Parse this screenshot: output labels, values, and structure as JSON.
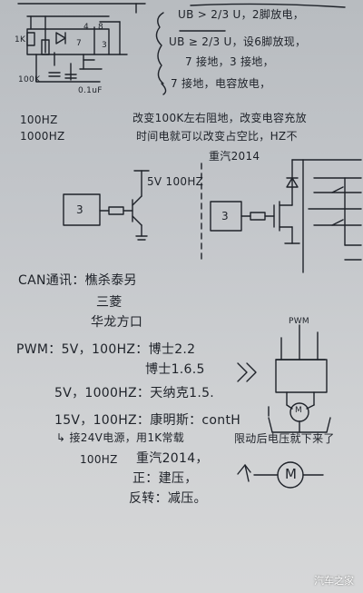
{
  "notes": {
    "line_ub_gt": "UB > 2/3 U，2脚放电，",
    "line_ub_ge": "UB ≥ 2/3 U，设6脚放现，",
    "line_pin7": "7 接地，3 接地，",
    "line_pin7b": "7 接地，电容放电，",
    "freq_100": "100HZ",
    "freq_1000": "1000HZ",
    "note_resistor": "改变100K左右阻地，改变电容充放",
    "note_duty": "时间电就可以改变占空比，HZ不",
    "label_5v_100hz": "5V 100HZ",
    "label_chongqi": "重汽2014",
    "can_line": "CAN通讯：樵杀泰另",
    "name_sanling": "三菱",
    "name_jianglong": "华龙方口",
    "pwm_line1": "PWM：5V，100HZ：博士2.2",
    "pwm_line1b": "博士1.6.5",
    "pwm_line2": "5V，1000HZ：天纳克1.5.",
    "pwm_line3": "15V，100HZ：康明斯：contH",
    "pwm_line3b": "↳ 接24V电源，用1K常载",
    "pwm_line3c": "限动后电压就下来了",
    "pwm_line4": "100HZ",
    "chongqi2": "重汽2014，",
    "zheng": "正：建压，",
    "fu": "反转：减压。",
    "pwm_motor_label": "PWM",
    "motor_letter": "M",
    "ic_box_label": "3",
    "ic_box_label2": "3",
    "r_1k": "1K",
    "r_100k": "100K",
    "c_label": "0.1uF",
    "pin_8": "8",
    "pin_4": "4",
    "pin_7": "7",
    "pin_3": "3"
  },
  "watermark": "汽车之家"
}
